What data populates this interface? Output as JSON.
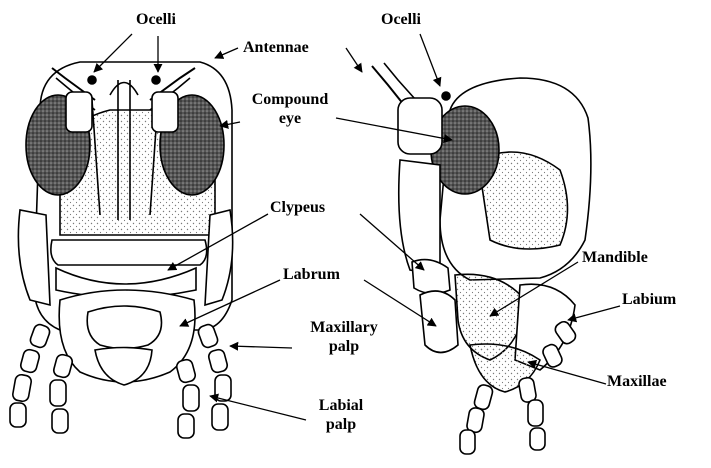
{
  "labels": {
    "ocelli_front": "Ocelli",
    "ocelli_side": "Ocelli",
    "antennae": "Antennae",
    "compound_eye_line1": "Compound",
    "compound_eye_line2": "eye",
    "clypeus": "Clypeus",
    "labrum": "Labrum",
    "mandible": "Mandible",
    "labium": "Labium",
    "maxillary_palp_line1": "Maxillary",
    "maxillary_palp_line2": "palp",
    "maxillae": "Maxillae",
    "labial_palp_line1": "Labial",
    "labial_palp_line2": "palp"
  },
  "colors": {
    "ink": "#000000",
    "eye_fill": "#3a3a3a",
    "stipple": "#7a7a7a"
  }
}
